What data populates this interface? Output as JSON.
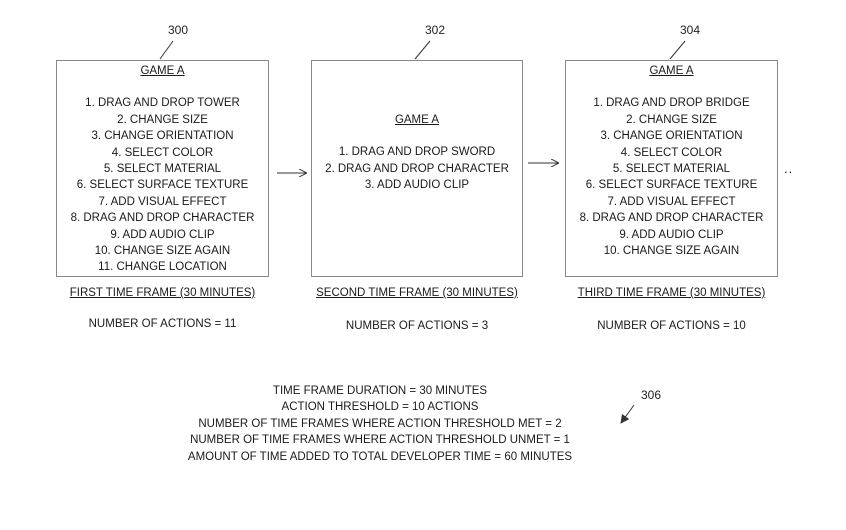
{
  "diagram": {
    "frames": [
      {
        "ref": "300",
        "game_title": "GAME A",
        "actions": [
          "1. DRAG AND DROP TOWER",
          "2. CHANGE SIZE",
          "3. CHANGE ORIENTATION",
          "4. SELECT COLOR",
          "5. SELECT MATERIAL",
          "6. SELECT SURFACE TEXTURE",
          "7. ADD VISUAL EFFECT",
          "8. DRAG AND DROP CHARACTER",
          "9. ADD AUDIO CLIP",
          "10. CHANGE SIZE AGAIN",
          "11. CHANGE LOCATION"
        ],
        "caption": "FIRST TIME FRAME (30 MINUTES)",
        "count_text": "NUMBER OF ACTIONS = 11"
      },
      {
        "ref": "302",
        "game_title": "GAME A",
        "actions": [
          "1. DRAG AND DROP SWORD",
          "2. DRAG AND DROP CHARACTER",
          "3. ADD AUDIO CLIP"
        ],
        "caption": "SECOND TIME FRAME (30 MINUTES)",
        "count_text": "NUMBER OF ACTIONS = 3"
      },
      {
        "ref": "304",
        "game_title": "GAME A",
        "actions": [
          "1. DRAG AND DROP BRIDGE",
          "2. CHANGE SIZE",
          "3. CHANGE ORIENTATION",
          "4. SELECT COLOR",
          "5. SELECT MATERIAL",
          "6. SELECT SURFACE TEXTURE",
          "7. ADD VISUAL EFFECT",
          "8. DRAG AND DROP CHARACTER",
          "9. ADD AUDIO CLIP",
          "10. CHANGE SIZE AGAIN"
        ],
        "caption": "THIRD TIME FRAME (30 MINUTES)",
        "count_text": "NUMBER OF ACTIONS = 10"
      }
    ],
    "continuation": "..",
    "summary": {
      "ref": "306",
      "lines": [
        "TIME FRAME DURATION = 30 MINUTES",
        "ACTION THRESHOLD = 10 ACTIONS",
        "NUMBER OF TIME FRAMES WHERE ACTION THRESHOLD MET = 2",
        "NUMBER OF TIME FRAMES WHERE ACTION THRESHOLD UNMET = 1",
        "AMOUNT OF TIME ADDED TO TOTAL DEVELOPER TIME = 60 MINUTES"
      ]
    }
  }
}
